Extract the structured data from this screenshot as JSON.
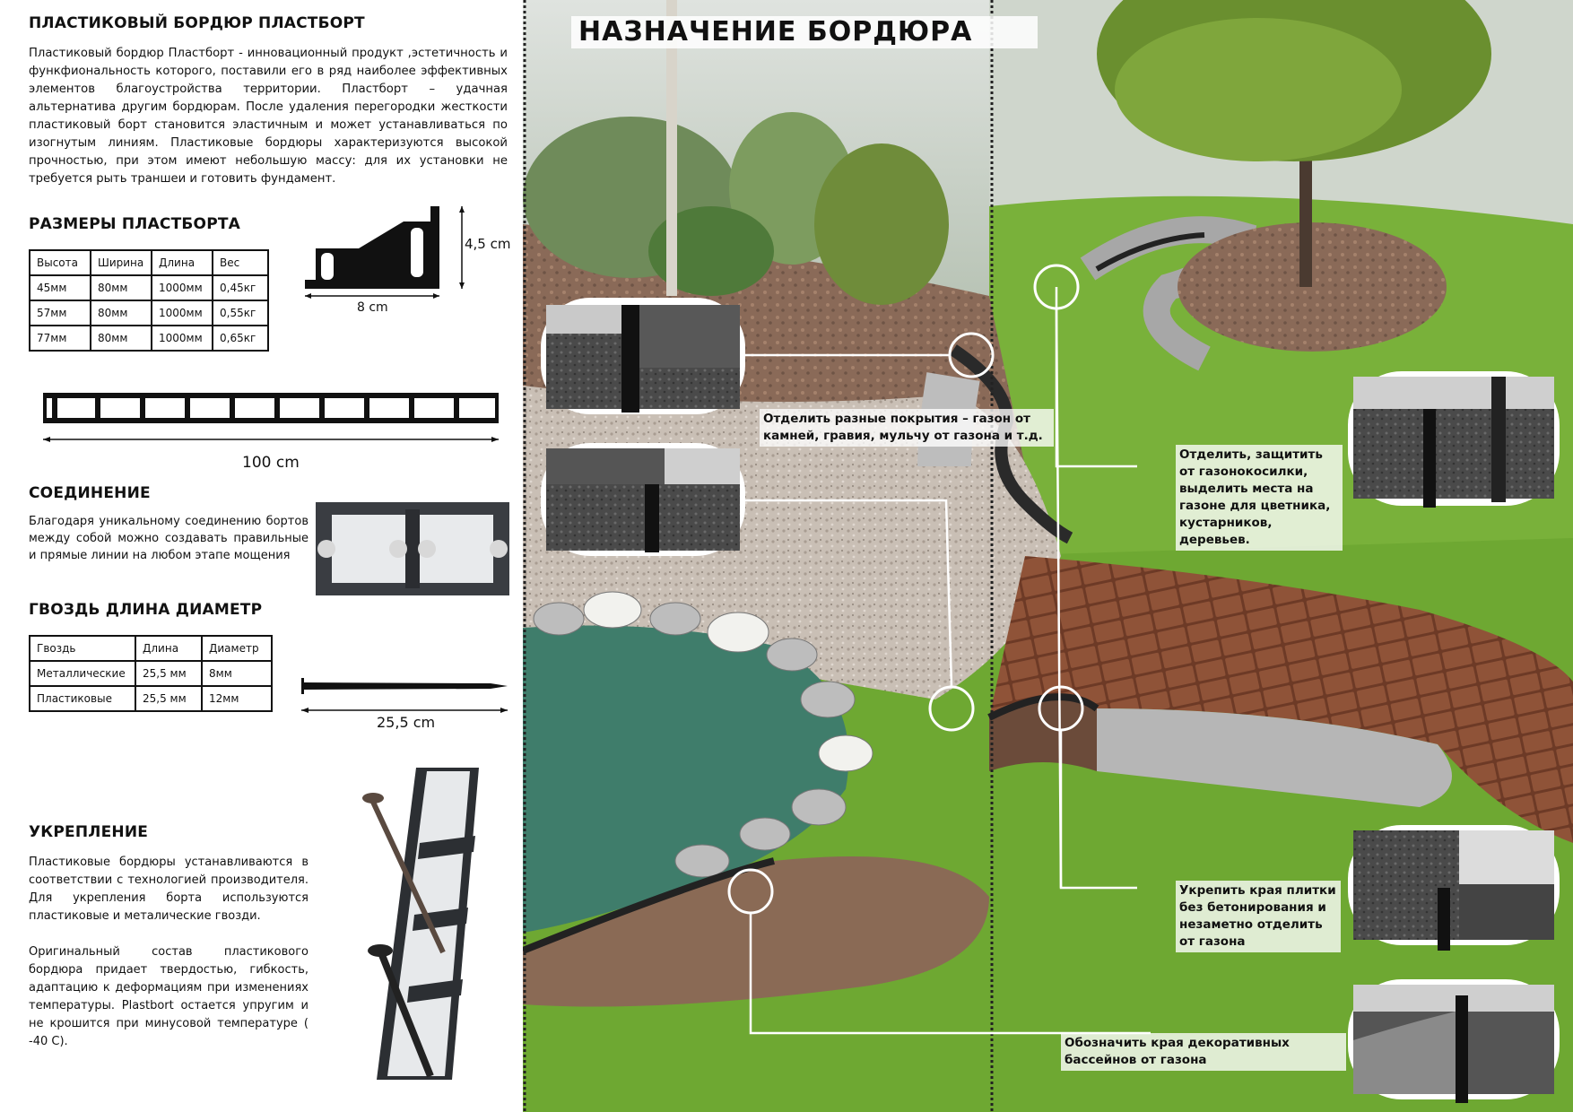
{
  "left": {
    "title": "ПЛАСТИКОВЫЙ  БОРДЮР ПЛАСТБОРТ",
    "intro": "Пластиковый  бордюр Пластборт  - инновационный продукт ,эстетичность и функфиональность которого, поставили его в ряд наиболее эффективных элементов благоустройства территории. Пластборт – удачная альтернатива другим  бордюрам. После удаления перегородки жесткости пластиковый борт становится эластичным и может устанавливаться по изогнутым линиям. Пластиковые бордюры характеризуются высокой прочностью, при этом имеют небольшую массу: для их установки не требуется рыть траншеи и готовить фундамент.",
    "sizes_title": "РАЗМЕРЫ  ПЛАСТБОРТА",
    "sizes_table": [
      [
        "Высота",
        "Ширина",
        "Длина",
        "Вес"
      ],
      [
        "45мм",
        "80мм",
        "1000мм",
        "0,45кг"
      ],
      [
        "57мм",
        "80мм",
        "1000мм",
        "0,55кг"
      ],
      [
        "77мм",
        "80мм",
        "1000мм",
        "0,65кг"
      ]
    ],
    "profile_height": "4,5 cm",
    "profile_width": "8 cm",
    "length_label": "100 cm",
    "connection_title": "СОЕДИНЕНИЕ",
    "connection_text": "Благодаря уникальному соединению бортов между собой можно создавать правильные и прямые линии на любом этапе мощения",
    "nail_title": "ГВОЗДЬ ДЛИНА ДИАМЕТР",
    "nail_table": [
      [
        "Гвоздь",
        "Длина",
        "Диаметр"
      ],
      [
        "Металлические",
        "25,5 мм",
        "8мм"
      ],
      [
        "Пластиковые",
        "25,5 мм",
        "12мм"
      ]
    ],
    "nail_length": "25,5 cm",
    "fix_title": "УКРЕПЛЕНИЕ",
    "fix_text1": "Пластиковые бордюры устанавливаются в соответствии с технологией производителя. Для укрепления борта используются пластиковые и металические гвозди.",
    "fix_text2": "Оригинальный состав пластикового бордюра придает твердостью, гибкость, адаптацию к деформациям при изменениях температуры. Plastbort остается упругим и не крошится при минусовой температуре ( -40 С)."
  },
  "right": {
    "title": "НАЗНАЧЕНИЕ БОРДЮРА",
    "cap1": "Отделить разные покрытия – газон от камней, гравия, мульчу от газона и т.д.",
    "cap2": "Отделить, защитить от газонокосилки, выделить места на газоне для цветника, кустарников, деревьев.",
    "cap3": "Укрепить края плитки без бетонирования и незаметно отделить от газона",
    "cap4": "Обозначить края декоративных бассейнов от газона"
  },
  "colors": {
    "lawn": "#6ea832",
    "gravel": "#c9bfb5",
    "mulch": "#8a6a55",
    "pond": "#3f7d6b",
    "paver": "#8a4e36",
    "border": "#222222"
  }
}
